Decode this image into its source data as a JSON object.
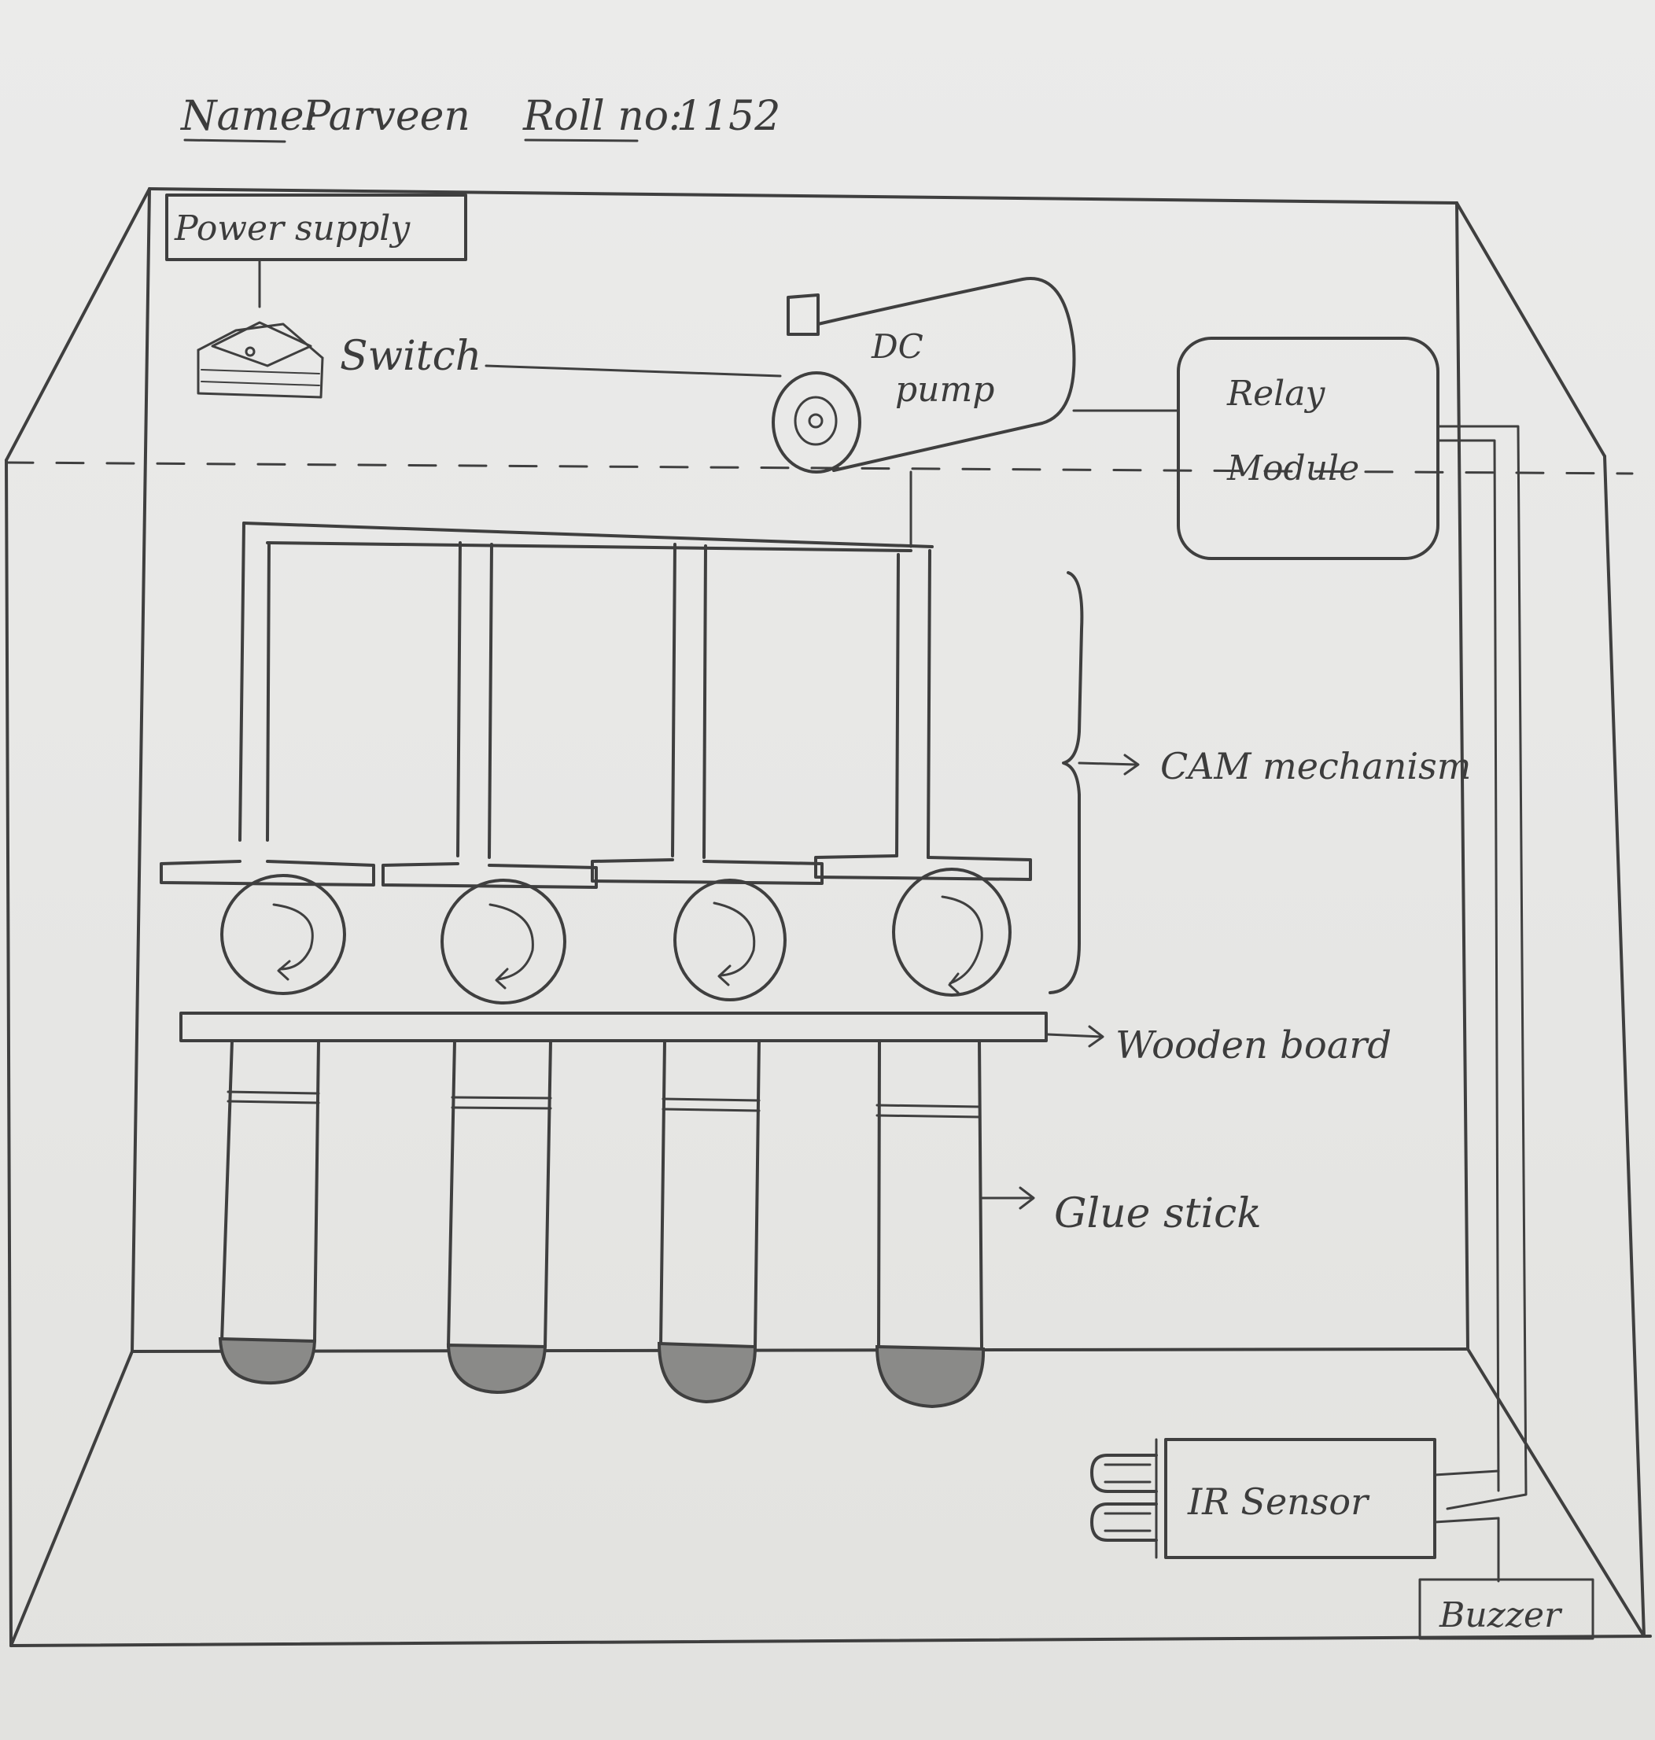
{
  "header": {
    "name_label": "Name:",
    "name_value": "Parveen",
    "roll_label": "Roll no:",
    "roll_value": "1152"
  },
  "labels": {
    "power_supply": "Power supply",
    "switch": "Switch",
    "dc_pump_line1": "DC",
    "dc_pump_line2": "pump",
    "relay_line1": "Relay",
    "relay_line2": "Module",
    "cam": "CAM mechanism",
    "wooden_board": "Wooden board",
    "glue_stick": "Glue stick",
    "ir_sensor": "IR Sensor",
    "buzzer": "Buzzer"
  },
  "colors": {
    "paper": "#e8e8e6",
    "pencil": "#3f3f3f",
    "shading": "#8a8a88"
  }
}
